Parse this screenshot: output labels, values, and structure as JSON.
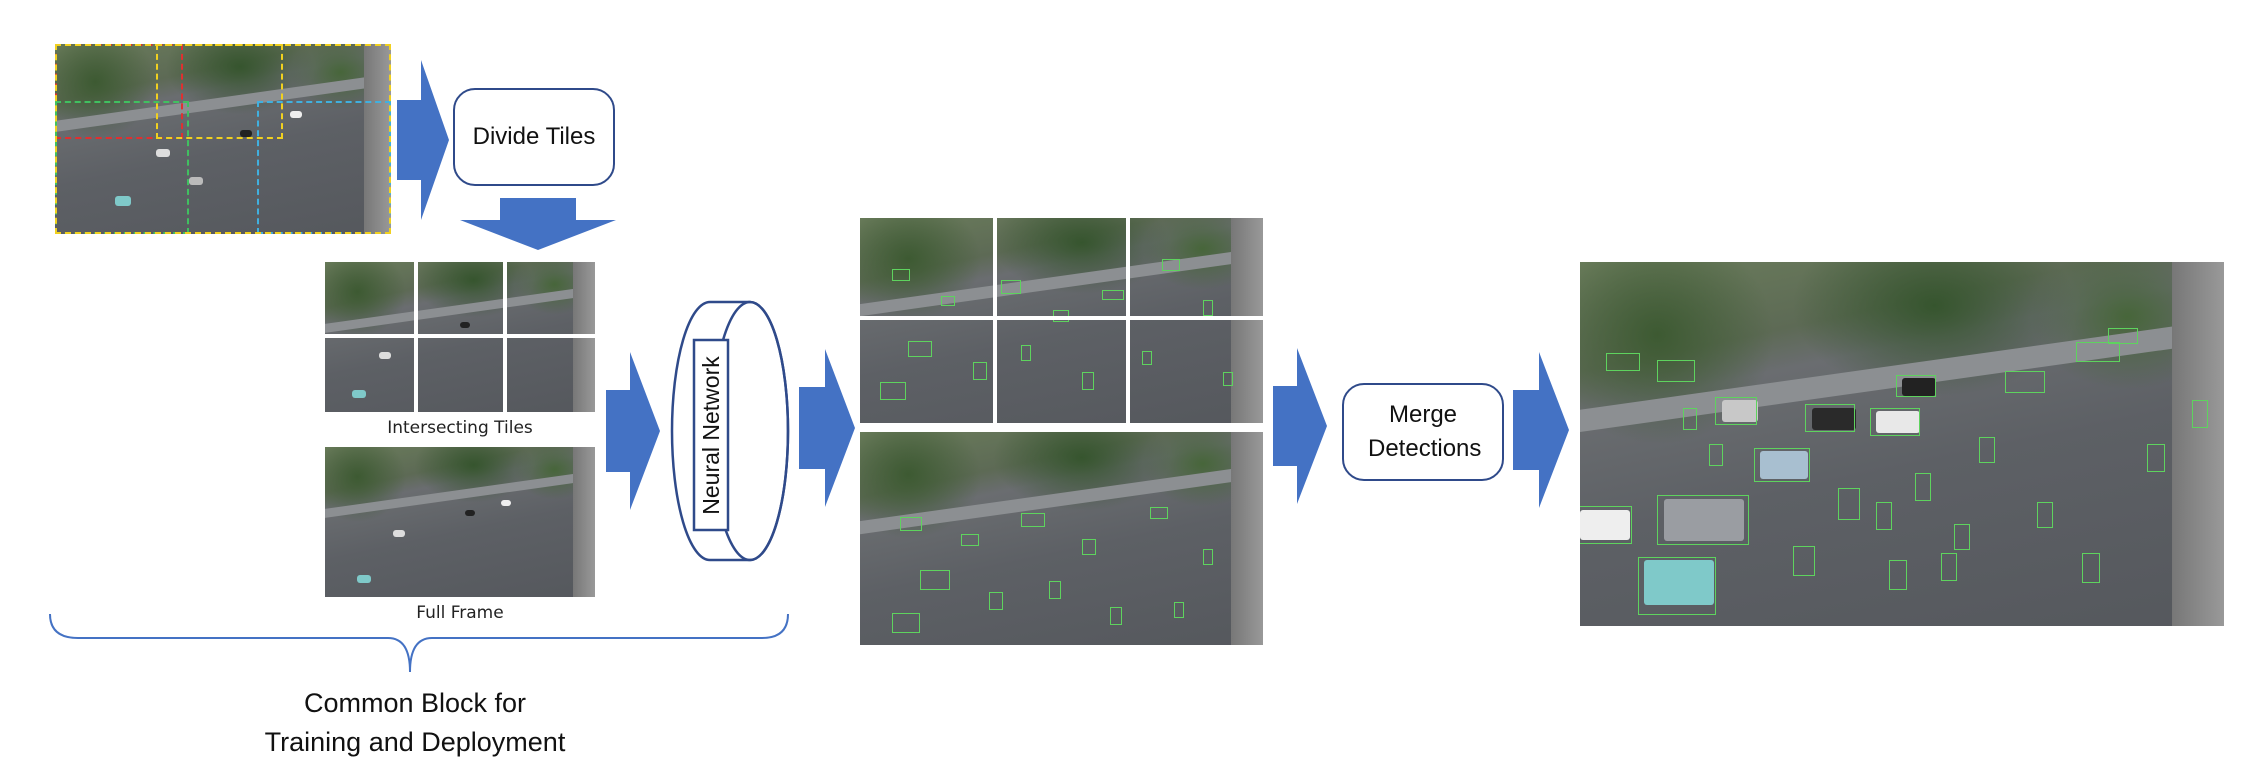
{
  "labels": {
    "divide_tiles": "Divide Tiles",
    "intersecting_tiles": "Intersecting Tiles",
    "full_frame": "Full Frame",
    "neural_network": "Neural Network",
    "merge_detections": "Merge Detections",
    "common_block_line1": "Common Block for",
    "common_block_line2": "Training and Deployment"
  },
  "colors": {
    "arrow": "#4472c4",
    "box_border": "#2f4a8a",
    "detection": "#5ed35e",
    "brace": "#4472c4",
    "tile_outline_colors": [
      "#e03030",
      "#f0d020",
      "#40b0e0",
      "#40c060"
    ]
  },
  "icons": {
    "arrow_shape": "block-arrow",
    "network_shape": "cylinder"
  }
}
